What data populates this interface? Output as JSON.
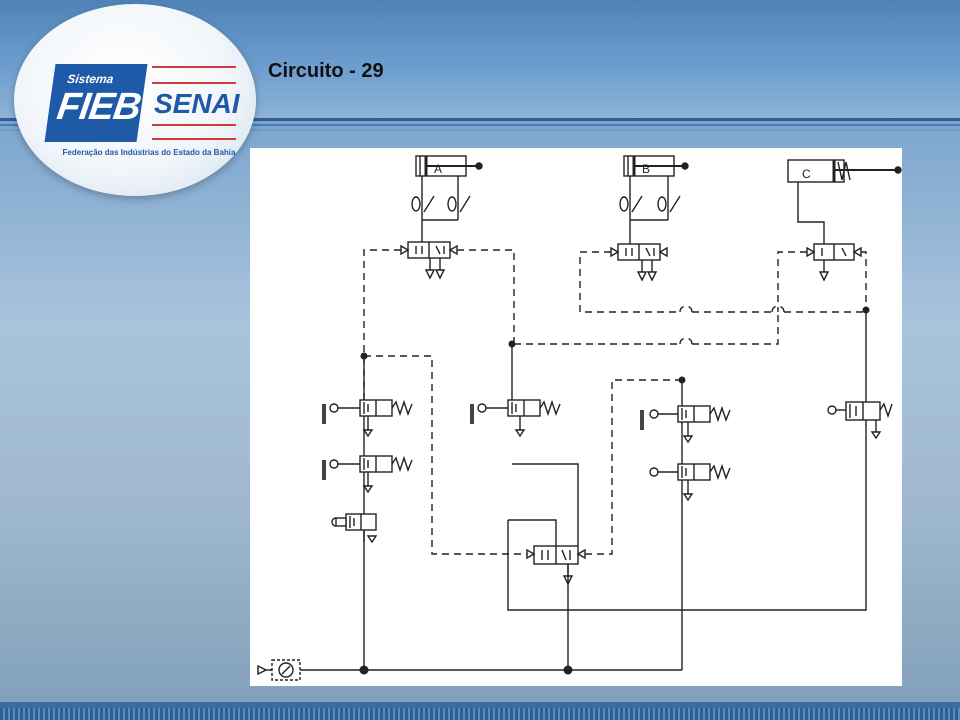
{
  "slide": {
    "title": "Circuito - 29"
  },
  "logo": {
    "sistema": "Sistema",
    "fieb": "FIEB",
    "senai": "SENAI",
    "subtitle": "Federação das Indústrias do Estado da Bahia"
  },
  "diagram": {
    "cylinders": [
      {
        "label": "A"
      },
      {
        "label": "B"
      },
      {
        "label": "C"
      }
    ]
  },
  "colors": {
    "line": "#222222",
    "logo_blue": "#1f5aa8",
    "logo_red": "#d23b3b"
  }
}
